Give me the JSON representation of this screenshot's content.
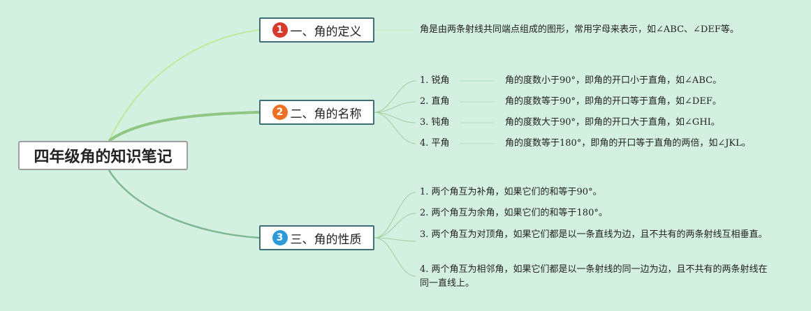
{
  "root": {
    "title": "四年级角的知识笔记"
  },
  "branches": [
    {
      "number": "1",
      "label": "一、角的定义",
      "detail": "角是由两条射线共同端点组成的图形，常用字母来表示，如∠ABC、∠DEF等。"
    },
    {
      "number": "2",
      "label": "二、角的名称",
      "items": [
        {
          "name": "1. 锐角",
          "desc": "角的度数小于90°，即角的开口小于直角，如∠ABC。"
        },
        {
          "name": "2. 直角",
          "desc": "角的度数等于90°，即角的开口等于直角，如∠DEF。"
        },
        {
          "name": "3. 钝角",
          "desc": "角的度数大于90°，即角的开口大于直角，如∠GHI。"
        },
        {
          "name": "4. 平角",
          "desc": "角的度数等于180°，即角的开口等于直角的两倍，如∠JKL。"
        }
      ]
    },
    {
      "number": "3",
      "label": "三、角的性质",
      "items": [
        "1. 两个角互为补角，如果它们的和等于90°。",
        "2. 两个角互为余角，如果它们的和等于180°。",
        "3. 两个角互为对顶角，如果它们都是以一条直线为边，且不共有的两条射线互相垂直。",
        "4. 两个角互为相邻角，如果它们都是以一条射线的同一边为边，且不共有的两条射线在同一直线上。"
      ]
    }
  ],
  "colors": {
    "background": "#d3f0e1",
    "branch1_link": "#c2e89a",
    "branch2_link": "#8fc684",
    "branch3_link": "#7fb891",
    "badge1": "#d63a2a",
    "badge2": "#ed7024",
    "badge3": "#2c9ad6"
  }
}
